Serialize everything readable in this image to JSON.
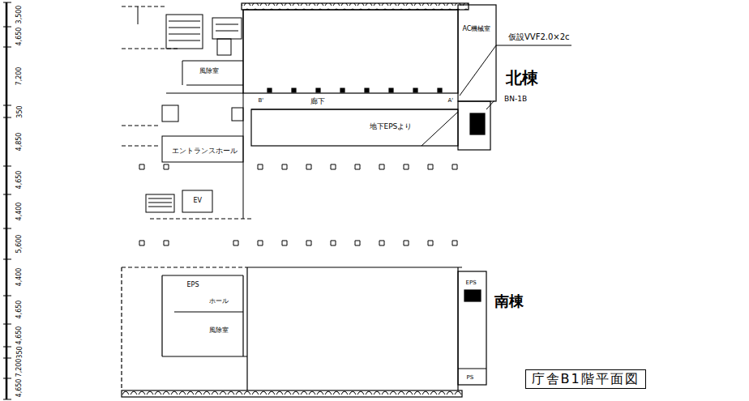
{
  "diagram": {
    "title": "庁舎B1階平面図",
    "labels": [
      "3,500",
      "4,650",
      "7,200",
      "350",
      "4,850",
      "4,650",
      "4,400",
      "5,600",
      "4,400",
      "4,650",
      "4,650",
      "350",
      "7,200",
      "4,650",
      "仮設VVF2.0×2c",
      "AC機械室",
      "北棟",
      "BN-1B",
      "廊下",
      "地下EPSより",
      "風除室",
      "エントランスホール",
      "B'",
      "A'",
      "EV",
      "EPS",
      "ホール",
      "風除室",
      "南棟",
      "EPS",
      "PS"
    ]
  }
}
